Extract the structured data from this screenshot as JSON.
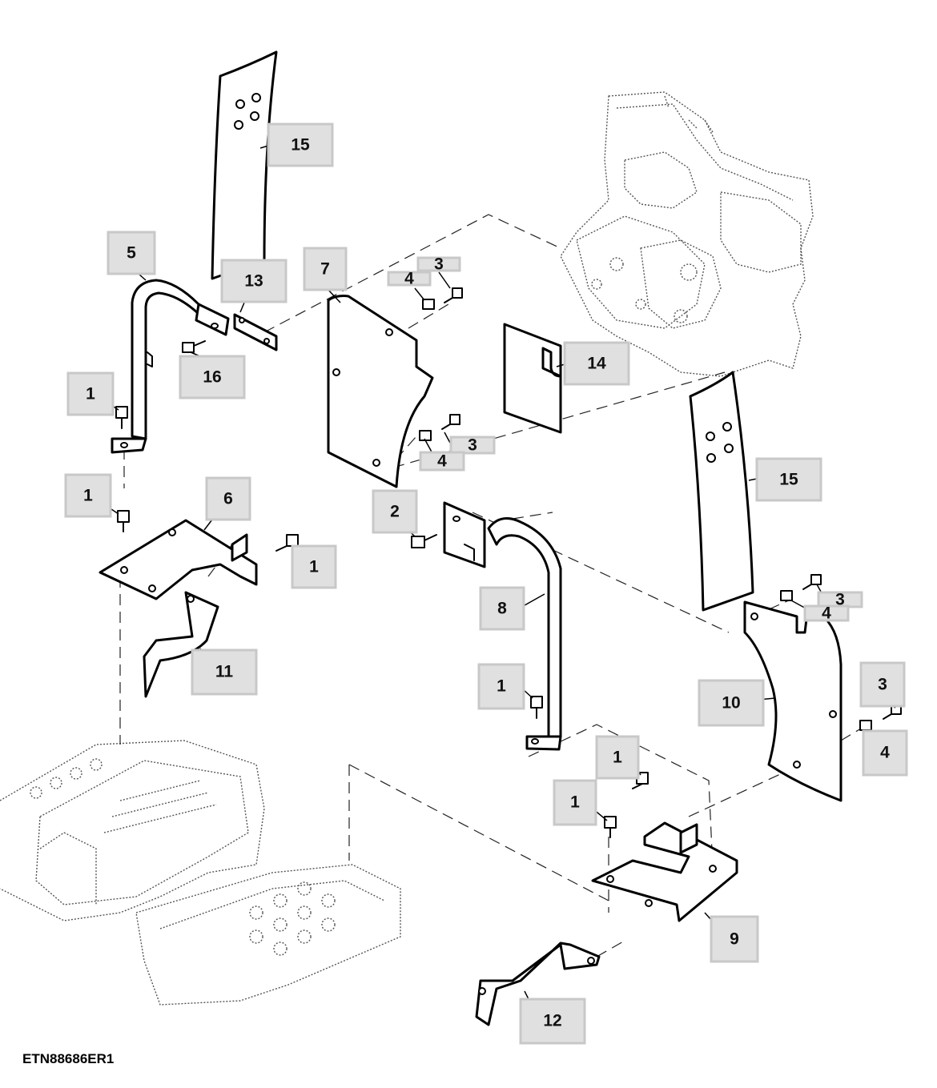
{
  "figure_id": "ETN88686ER1",
  "callouts": [
    {
      "id": "c15a",
      "label": "15"
    },
    {
      "id": "c5",
      "label": "5"
    },
    {
      "id": "c13",
      "label": "13"
    },
    {
      "id": "c7",
      "label": "7"
    },
    {
      "id": "c3a",
      "label": "3"
    },
    {
      "id": "c4a",
      "label": "4"
    },
    {
      "id": "c16",
      "label": "16"
    },
    {
      "id": "c14",
      "label": "14"
    },
    {
      "id": "c1a",
      "label": "1"
    },
    {
      "id": "c3b",
      "label": "3"
    },
    {
      "id": "c4b",
      "label": "4"
    },
    {
      "id": "c15b",
      "label": "15"
    },
    {
      "id": "c1b",
      "label": "1"
    },
    {
      "id": "c6",
      "label": "6"
    },
    {
      "id": "c2",
      "label": "2"
    },
    {
      "id": "c1c",
      "label": "1"
    },
    {
      "id": "c8",
      "label": "8"
    },
    {
      "id": "c3c",
      "label": "3"
    },
    {
      "id": "c4c",
      "label": "4"
    },
    {
      "id": "c11",
      "label": "11"
    },
    {
      "id": "c1d",
      "label": "1"
    },
    {
      "id": "c10",
      "label": "10"
    },
    {
      "id": "c3d",
      "label": "3"
    },
    {
      "id": "c4d",
      "label": "4"
    },
    {
      "id": "c1e",
      "label": "1"
    },
    {
      "id": "c1f",
      "label": "1"
    },
    {
      "id": "c9",
      "label": "9"
    },
    {
      "id": "c12",
      "label": "12"
    }
  ]
}
